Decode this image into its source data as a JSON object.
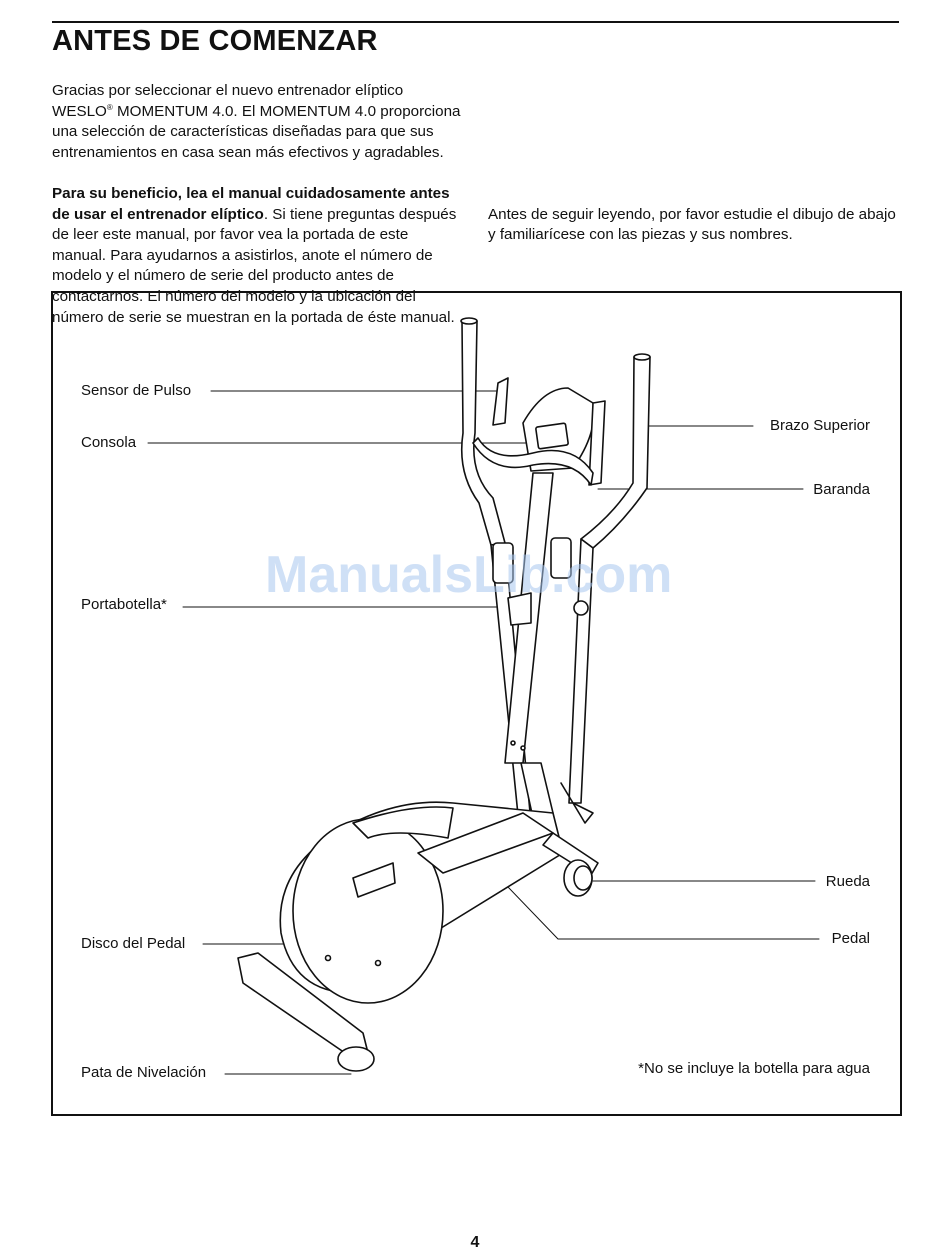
{
  "page": {
    "title": "ANTES DE COMENZAR",
    "page_number": "4"
  },
  "intro": {
    "p1_start": "Gracias por seleccionar el nuevo entrenador elíptico WESLO",
    "p1_reg": "®",
    "p1_end": " MOMENTUM 4.0. El MOMENTUM 4.0 proporciona una selección de características diseñadas para que sus entrenamientos en casa sean más efectivos y agradables.",
    "p2_bold": "Para su beneficio, lea el manual cuidadosamente antes de usar el entrenador elíptico",
    "p2_rest": ". Si tiene preguntas después de leer este manual, por favor vea la portada de este manual. Para ayudarnos a asistirlos, anote el número de modelo y el número de serie del producto antes de contactarnos. El número del modelo y la ubicación del número de serie se muestran en la portada de éste manual.",
    "p3": "Antes de seguir leyendo, por favor estudie el dibujo de abajo y familiarícese con las piezas y sus nombres."
  },
  "figure": {
    "labels": {
      "pulse_sensor": "Sensor de Pulso",
      "console": "Consola",
      "bottle_holder": "Portabotella*",
      "pedal_disc": "Disco del Pedal",
      "leveling_foot": "Pata de Nivelación",
      "upper_arm": "Brazo Superior",
      "handrail": "Baranda",
      "wheel": "Rueda",
      "pedal": "Pedal"
    },
    "footnote": "*No se incluye la botella para agua"
  },
  "watermark": "ManualsLib.com",
  "colors": {
    "ink": "#111111",
    "watermark": "#a9c7ef"
  }
}
